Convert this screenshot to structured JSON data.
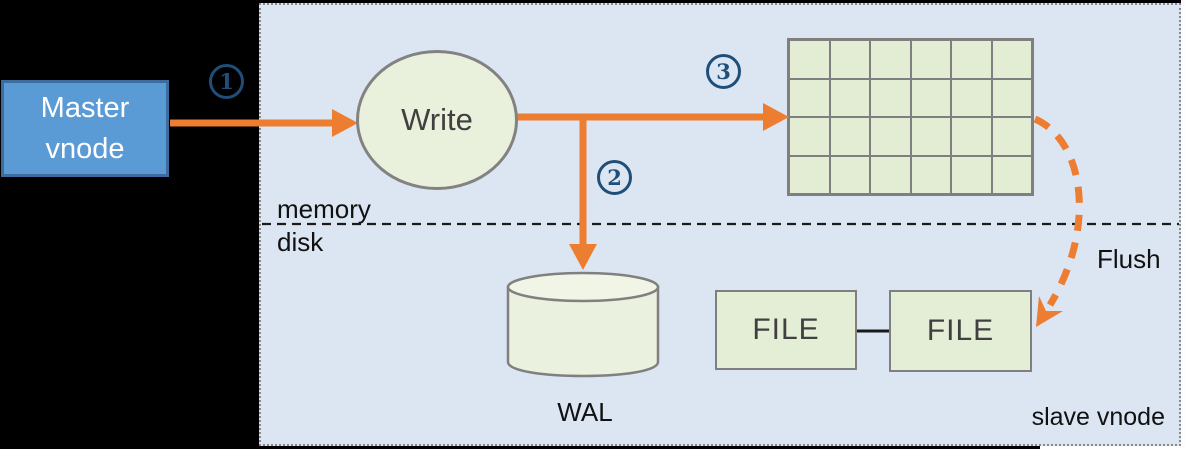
{
  "diagram": {
    "description": "Write flow between master and slave vnode with WAL and memory table flush",
    "nodes": {
      "master_vnode": {
        "label_line1": "Master",
        "label_line2": "vnode"
      },
      "write": {
        "label": "Write"
      },
      "wal": {
        "label": "WAL"
      },
      "file1": {
        "label": "FILE"
      },
      "file2": {
        "label": "FILE"
      }
    },
    "labels": {
      "memory": "memory",
      "disk": "disk",
      "flush": "Flush",
      "slave_vnode": "slave vnode"
    },
    "steps": [
      {
        "n": "1"
      },
      {
        "n": "2"
      },
      {
        "n": "3"
      }
    ],
    "memory_table": {
      "rows": 4,
      "cols": 6
    },
    "colors": {
      "background": "#000000",
      "region_fill": "#dce6f2",
      "region_border": "#8a8a8a",
      "master_fill": "#5b9bd5",
      "master_border": "#3c6d9e",
      "node_green_fill": "#e7efda",
      "node_border_gray": "#7f7f7f",
      "arrow_orange": "#ed7d31",
      "step_circle_blue": "#1f4e79",
      "text_dark": "#404040",
      "line_black": "#1a1a1a"
    }
  }
}
